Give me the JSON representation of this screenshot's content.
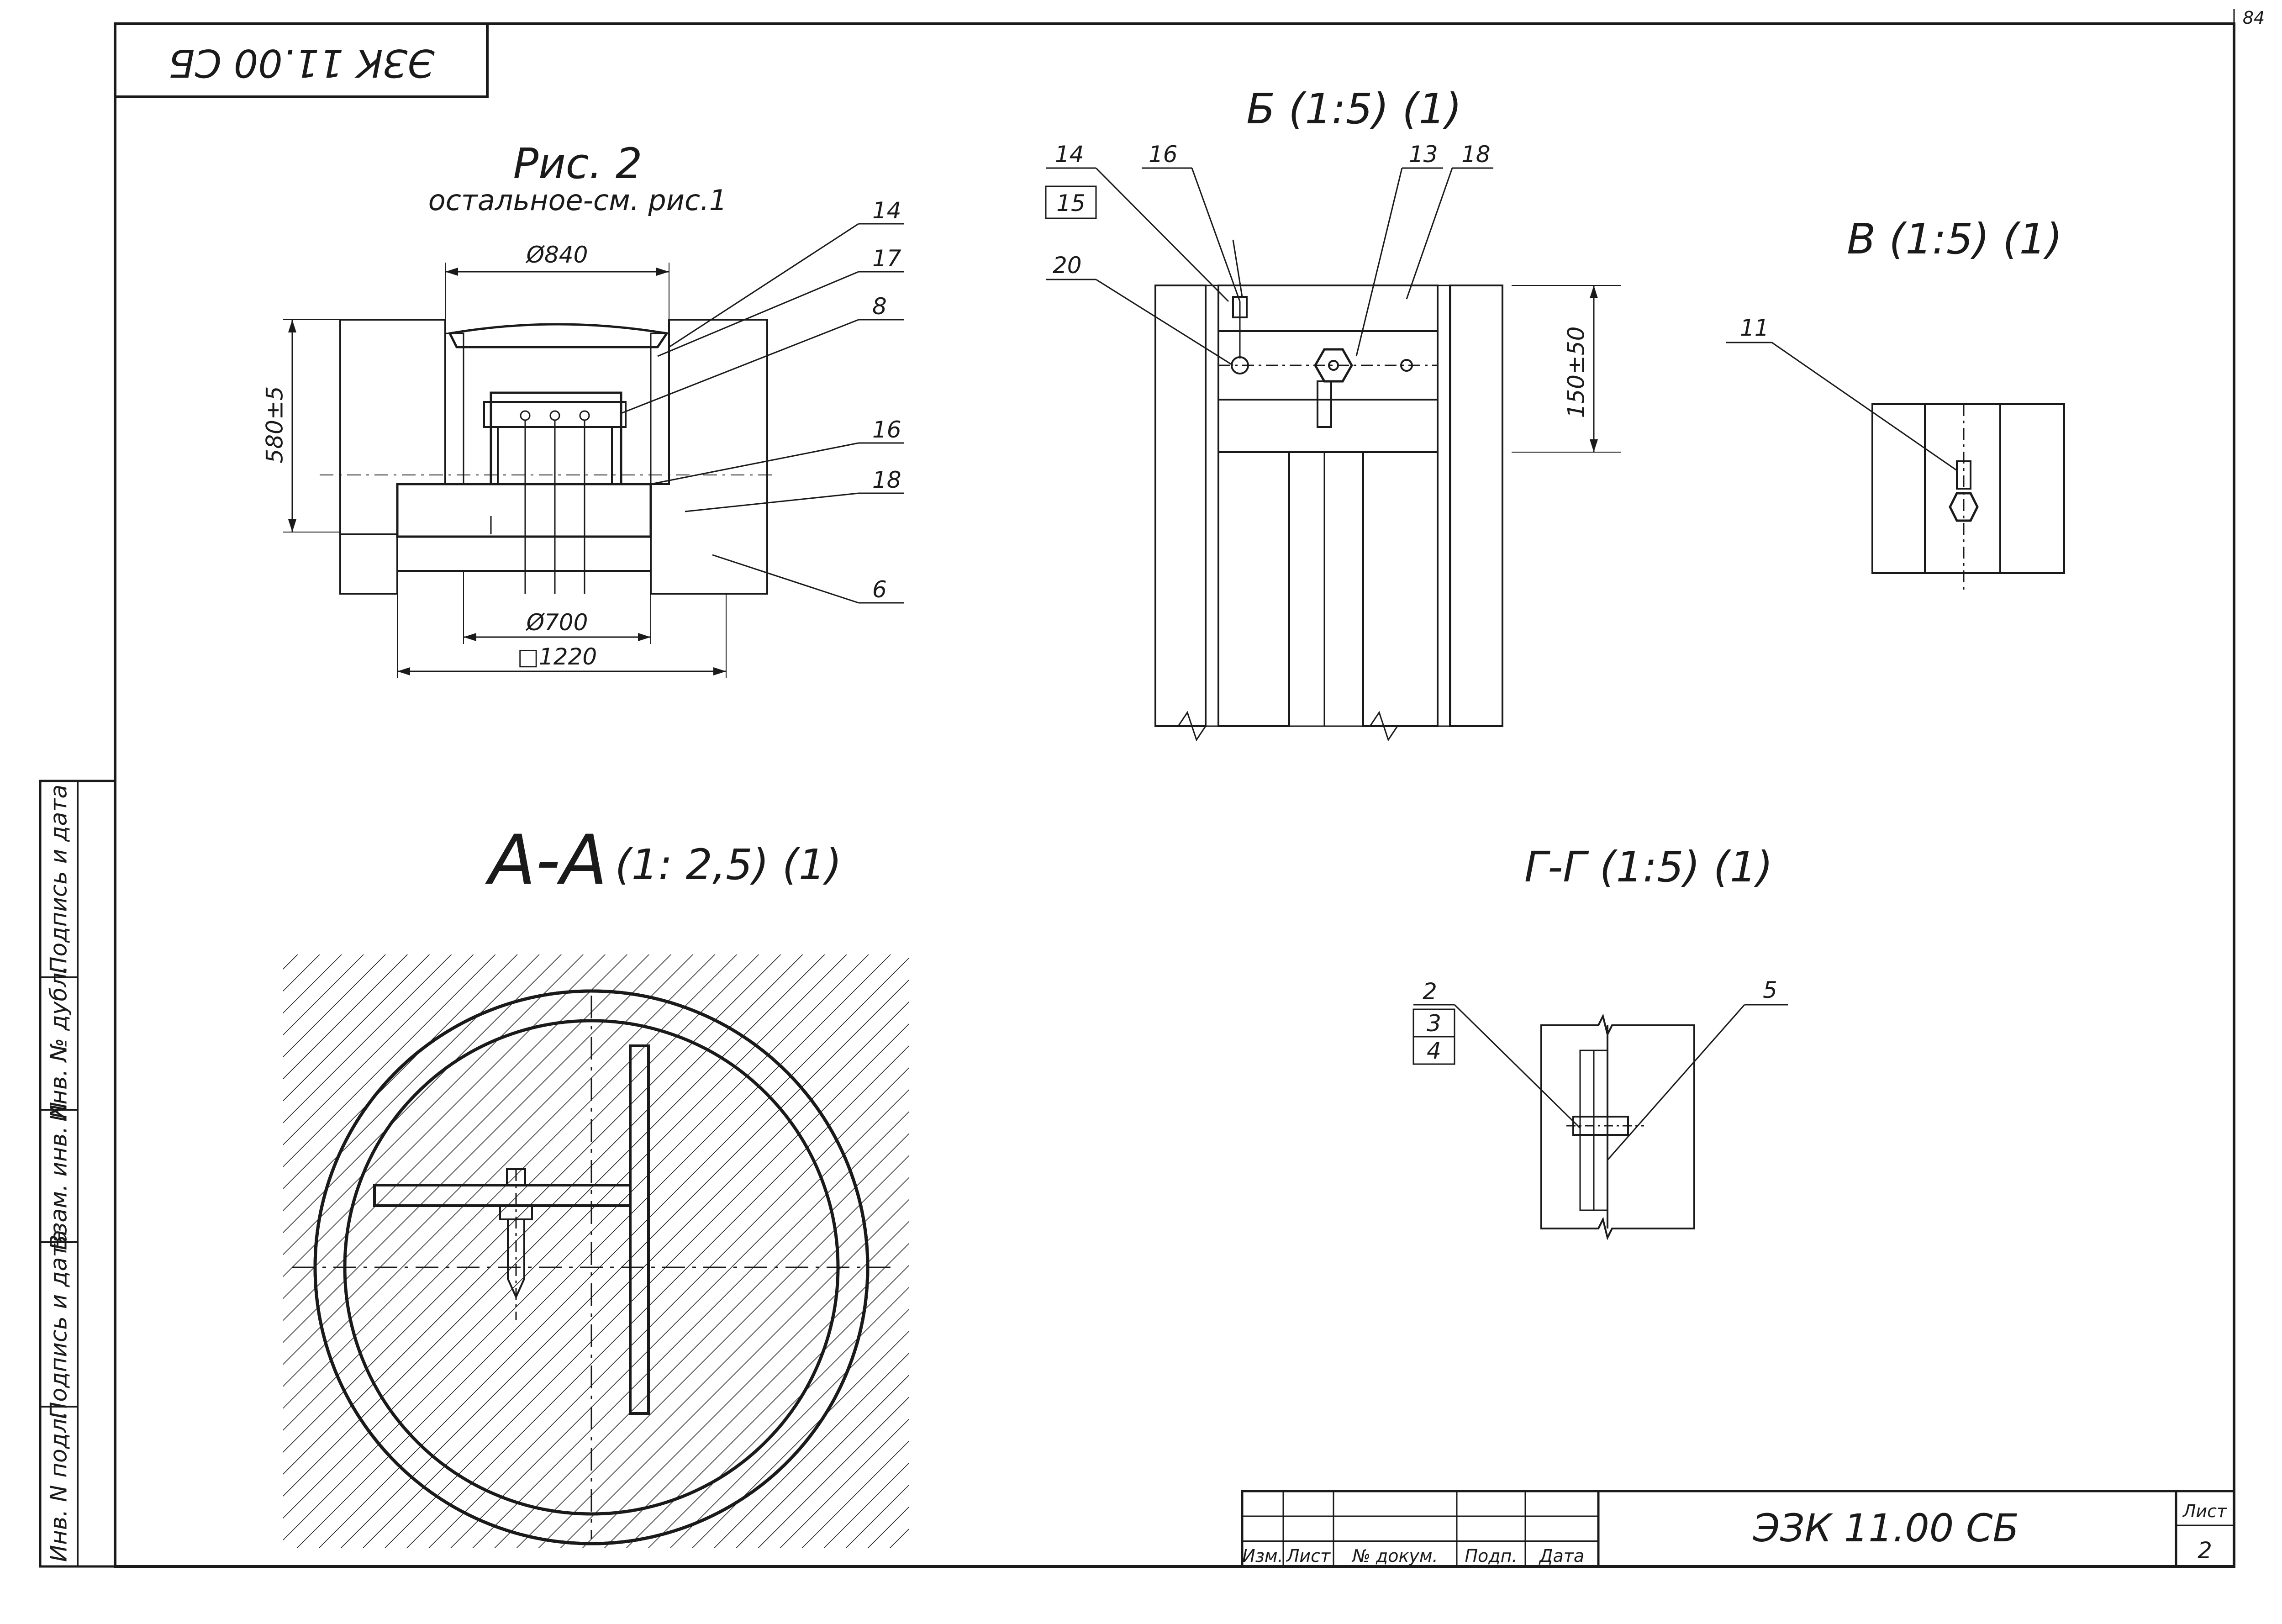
{
  "drawing_code": "ЭЗК 11.00 СБ",
  "drawing_code_inverted": "ЭЗК 11.00 СБ",
  "page_corner": "84",
  "figure": {
    "title": "Рис. 2",
    "note": "остальное-см. рис.1",
    "dimensions": {
      "top_diameter": "Ø840",
      "height": "580±5",
      "bottom_diameter": "Ø700",
      "square": "□1220"
    },
    "callouts": [
      "14",
      "17",
      "8",
      "16",
      "18",
      "6"
    ]
  },
  "view_b": {
    "title": "Б (1:5) (1)",
    "callouts": [
      "14",
      "15",
      "16",
      "13",
      "18",
      "20"
    ],
    "dimension": "150±50"
  },
  "view_v": {
    "title": "В (1:5) (1)",
    "callouts": [
      "11"
    ]
  },
  "section_aa": {
    "title": "А-А",
    "scale": "(1: 2,5) (1)"
  },
  "section_gg": {
    "title": "Г-Г (1:5) (1)",
    "callouts_stack": [
      "2",
      "3",
      "4"
    ],
    "callout_right": "5"
  },
  "side_stamp": [
    "Инв. N подл.",
    "Подпись и дата",
    "Взам. инв. N",
    "Инв. № дубл.",
    "Подпись и дата"
  ],
  "title_block": {
    "headers": [
      "Изм.",
      "Лист",
      "№ докум.",
      "Подп.",
      "Дата"
    ],
    "designation": "ЭЗК 11.00 СБ",
    "sheet_label": "Лист",
    "sheet_number": "2"
  }
}
